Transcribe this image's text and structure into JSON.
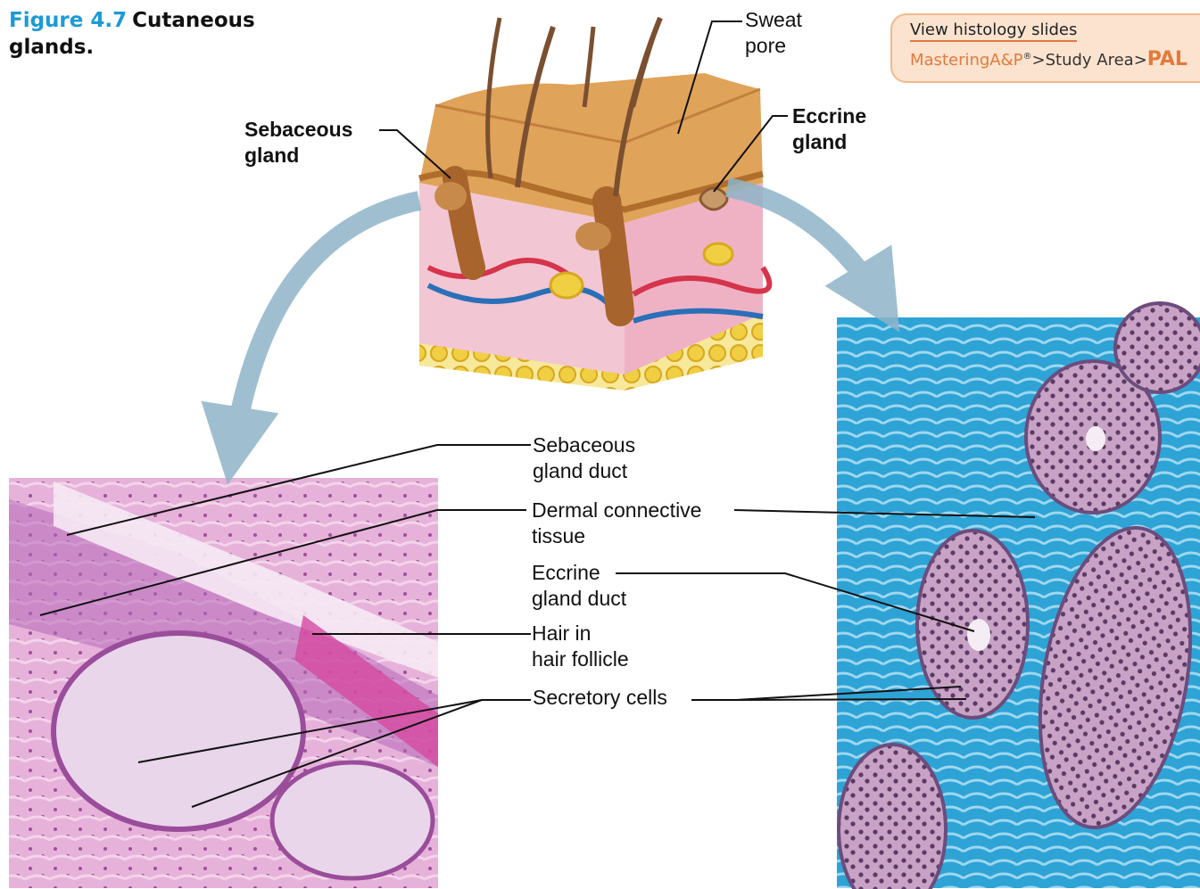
{
  "figure": {
    "number": "Figure 4.7",
    "title": "Cutaneous glands."
  },
  "pal_box": {
    "link": "View histology slides",
    "path_brand": "MasteringA&P",
    "path_mark": "®",
    "path_middle": ">Study Area>",
    "path_end": "PAL"
  },
  "labels": {
    "sweat_pore": [
      "Sweat",
      "pore"
    ],
    "sebaceous_gland": [
      "Sebaceous",
      "gland"
    ],
    "eccrine_gland": [
      "Eccrine",
      "gland"
    ],
    "sebaceous_gland_duct": [
      "Sebaceous",
      "gland duct"
    ],
    "dermal_connective_tissue": [
      "Dermal connective",
      "tissue"
    ],
    "eccrine_gland_duct": [
      "Eccrine",
      "gland duct"
    ],
    "hair_in_follicle": [
      "Hair in",
      "hair follicle"
    ],
    "secretory_cells": "Secretory cells"
  },
  "colors": {
    "figure_number": "#1b9ad6",
    "pal_accent": "#e27a3a",
    "pal_background": "#fbe3cf",
    "left_micrograph": "#d88cc8",
    "right_micrograph": "#2fa8d8",
    "arrow": "#8fb4c8"
  }
}
